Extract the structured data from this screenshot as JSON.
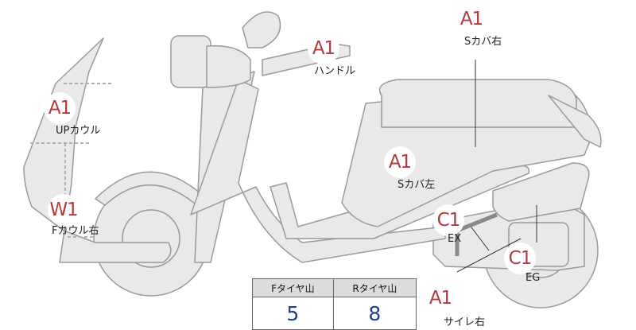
{
  "colors": {
    "body_fill": "#e9e9e9",
    "body_stroke": "#9a9a9a",
    "grade_text": "#b5393a",
    "tread_value_text": "#1f3f8f"
  },
  "parts": [
    {
      "id": "handle",
      "grade": "A1",
      "label": "ハンドル"
    },
    {
      "id": "s-cover-right",
      "grade": "A1",
      "label": "Sカバ右"
    },
    {
      "id": "up-cowl",
      "grade": "A1",
      "label": "UPカウル"
    },
    {
      "id": "s-cover-left",
      "grade": "A1",
      "label": "Sカバ左"
    },
    {
      "id": "f-cowl-right",
      "grade": "W1",
      "label": "Fカウル右"
    },
    {
      "id": "ex",
      "grade": "C1",
      "label": "EX"
    },
    {
      "id": "eg",
      "grade": "C1",
      "label": "EG"
    },
    {
      "id": "muffler-right",
      "grade": "A1",
      "label": "サイレ右"
    }
  ],
  "tread": {
    "front_label": "Fタイヤ山",
    "rear_label": "Rタイヤ山",
    "front_value": "5",
    "rear_value": "8"
  }
}
